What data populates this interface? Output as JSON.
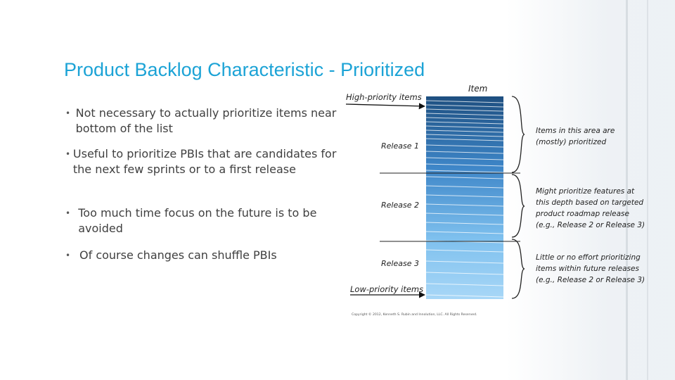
{
  "slide": {
    "title": "Product Backlog Characteristic - Prioritized",
    "bullets": [
      "Not necessary to actually prioritize items near bottom of the list",
      "Useful to prioritize PBIs that are candidates for the next few sprints or to a first release",
      "Too much time focus on the future is to be avoided",
      "Of course changes can shuffle PBIs"
    ]
  },
  "diagram": {
    "column_header": "Item",
    "high_label": "High-priority items",
    "low_label": "Low-priority items",
    "releases": [
      "Release 1",
      "Release 2",
      "Release 3"
    ],
    "notes": [
      [
        "Items in this area are",
        "(mostly) prioritized"
      ],
      [
        "Might prioritize features at",
        "this depth based on targeted",
        "product roadmap release",
        "(e.g., Release 2 or Release 3)"
      ],
      [
        "Little or no effort prioritizing",
        "items within future releases",
        "(e.g., Release 2 or Release 3)"
      ]
    ],
    "copyright": "Copyright © 2012, Kenneth S. Rubin and Innolution, LLC. All Rights Reserved."
  },
  "colors": {
    "title": "#1CA3D6",
    "stack_top": "#1E4F80",
    "stack_bottom": "#A8D7F7"
  }
}
